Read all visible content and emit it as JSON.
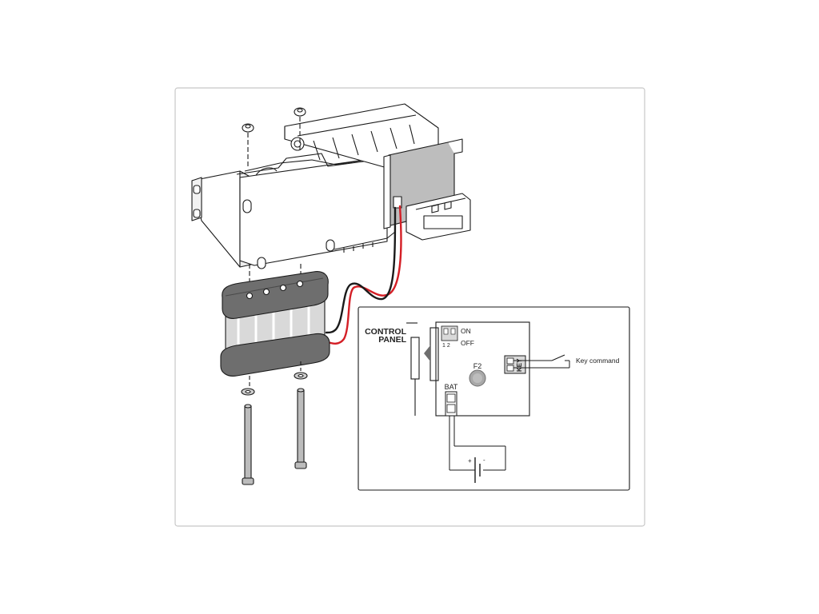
{
  "schematic": {
    "control_panel_line1": "CONTROL",
    "control_panel_line2": "PANEL",
    "dip_on": "ON",
    "dip_off": "OFF",
    "dip_numbers": "1  2",
    "fuse_label": "F2",
    "battery_connector_label": "BAT",
    "key_connector_label": "KEY",
    "key_command_label": "Key command",
    "battery_plus": "+",
    "battery_minus": "-"
  },
  "colors": {
    "frame_border": "#c8c8c8",
    "line": "#1a1a1a",
    "red_wire": "#d41f26",
    "black_wire": "#1a1a1a",
    "battery_cap": "#6e6e6e",
    "battery_cell": "#d9d9d9",
    "board": "#bdbdbd",
    "fuse": "#a8a8a8"
  }
}
